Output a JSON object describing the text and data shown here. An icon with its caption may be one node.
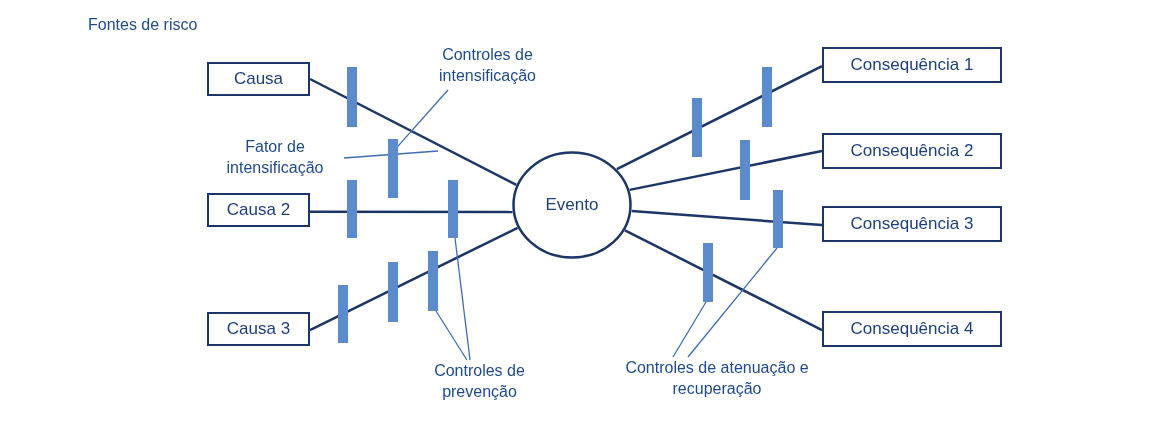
{
  "diagram": {
    "nodes": [
      {
        "text": [
          "Causa"
        ]
      },
      {
        "text": [
          "Causa 2"
        ]
      },
      {
        "text": [
          "Causa 3"
        ]
      },
      {
        "text": [
          "Evento"
        ]
      },
      {
        "text": [
          "Consequência 1"
        ]
      },
      {
        "text": [
          "Consequência 2"
        ]
      },
      {
        "text": [
          "Consequência 3"
        ]
      },
      {
        "text": [
          "Consequência 4"
        ]
      },
      {
        "text": [
          "Controles de intensificação"
        ]
      },
      {
        "text": [],
        "shape": "bar"
      },
      {
        "text": [
          "Fator de intensificação"
        ]
      },
      {
        "text": [
          "Controles de prevenção"
        ]
      },
      {
        "text": [],
        "shape": "bar"
      },
      {
        "text": [],
        "shape": "bar"
      },
      {
        "text": [
          "Controles de atenuação e recuperação"
        ]
      },
      {
        "text": [],
        "shape": "bar"
      },
      {
        "text": [],
        "shape": "bar"
      }
    ],
    "edges": [
      {
        "from": 0,
        "to": 3,
        "arrow": "none"
      },
      {
        "from": 1,
        "to": 3,
        "arrow": "none"
      },
      {
        "from": 2,
        "to": 3,
        "arrow": "none"
      },
      {
        "from": 3,
        "to": 4,
        "arrow": "none"
      },
      {
        "from": 3,
        "to": 5,
        "arrow": "none"
      },
      {
        "from": 3,
        "to": 6,
        "arrow": "none"
      },
      {
        "from": 3,
        "to": 7,
        "arrow": "none"
      },
      {
        "from": 8,
        "to": 9,
        "arrow": "none"
      },
      {
        "from": 10,
        "to": null,
        "arrow": "none"
      },
      {
        "from": 11,
        "to": 12,
        "arrow": "none"
      },
      {
        "from": 11,
        "to": 13,
        "arrow": "none"
      },
      {
        "from": 14,
        "to": 15,
        "arrow": "none"
      },
      {
        "from": 14,
        "to": 16,
        "arrow": "none"
      }
    ],
    "labels": [
      "Fontes de risco"
    ]
  }
}
